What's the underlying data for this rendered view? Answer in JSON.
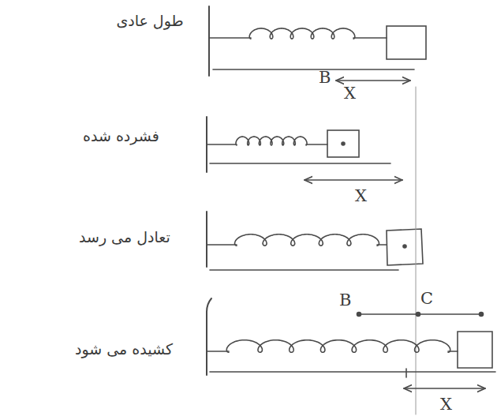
{
  "diagram": {
    "labels": [
      "طول عادی",
      "B",
      "X",
      "فشرده شده",
      "X",
      "تعادل می رسد",
      "B",
      "C",
      "کشیده می شود",
      "X"
    ]
  }
}
